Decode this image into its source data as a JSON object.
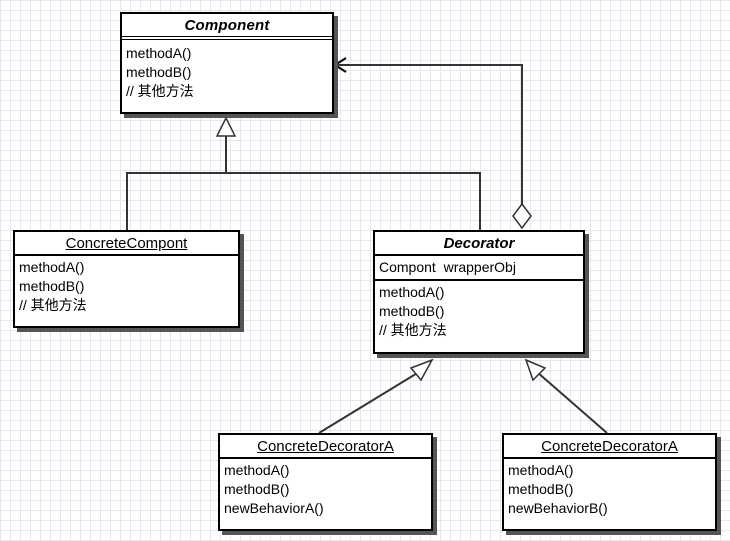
{
  "classes": {
    "component": {
      "name": "Component",
      "fields": [],
      "methods": [
        "methodA()",
        "methodB()",
        "// 其他方法"
      ]
    },
    "concrete_component": {
      "name": "ConcreteCompont",
      "methods": [
        "methodA()",
        "methodB()",
        "// 其他方法"
      ]
    },
    "decorator": {
      "name": "Decorator",
      "fields": [
        "Compont  wrapperObj"
      ],
      "methods": [
        "methodA()",
        "methodB()",
        "// 其他方法"
      ]
    },
    "concrete_decorator_a": {
      "name": "ConcreteDecoratorA",
      "methods": [
        "methodA()",
        "methodB()",
        "newBehaviorA()"
      ]
    },
    "concrete_decorator_b": {
      "name": "ConcreteDecoratorA",
      "methods": [
        "methodA()",
        "methodB()",
        "newBehaviorB()"
      ]
    }
  },
  "relationships": [
    {
      "from": "concrete_component",
      "to": "component",
      "type": "generalization"
    },
    {
      "from": "decorator",
      "to": "component",
      "type": "generalization"
    },
    {
      "from": "decorator",
      "to": "component",
      "type": "aggregation"
    },
    {
      "from": "concrete_decorator_a",
      "to": "decorator",
      "type": "generalization"
    },
    {
      "from": "concrete_decorator_b",
      "to": "decorator",
      "type": "generalization"
    }
  ]
}
